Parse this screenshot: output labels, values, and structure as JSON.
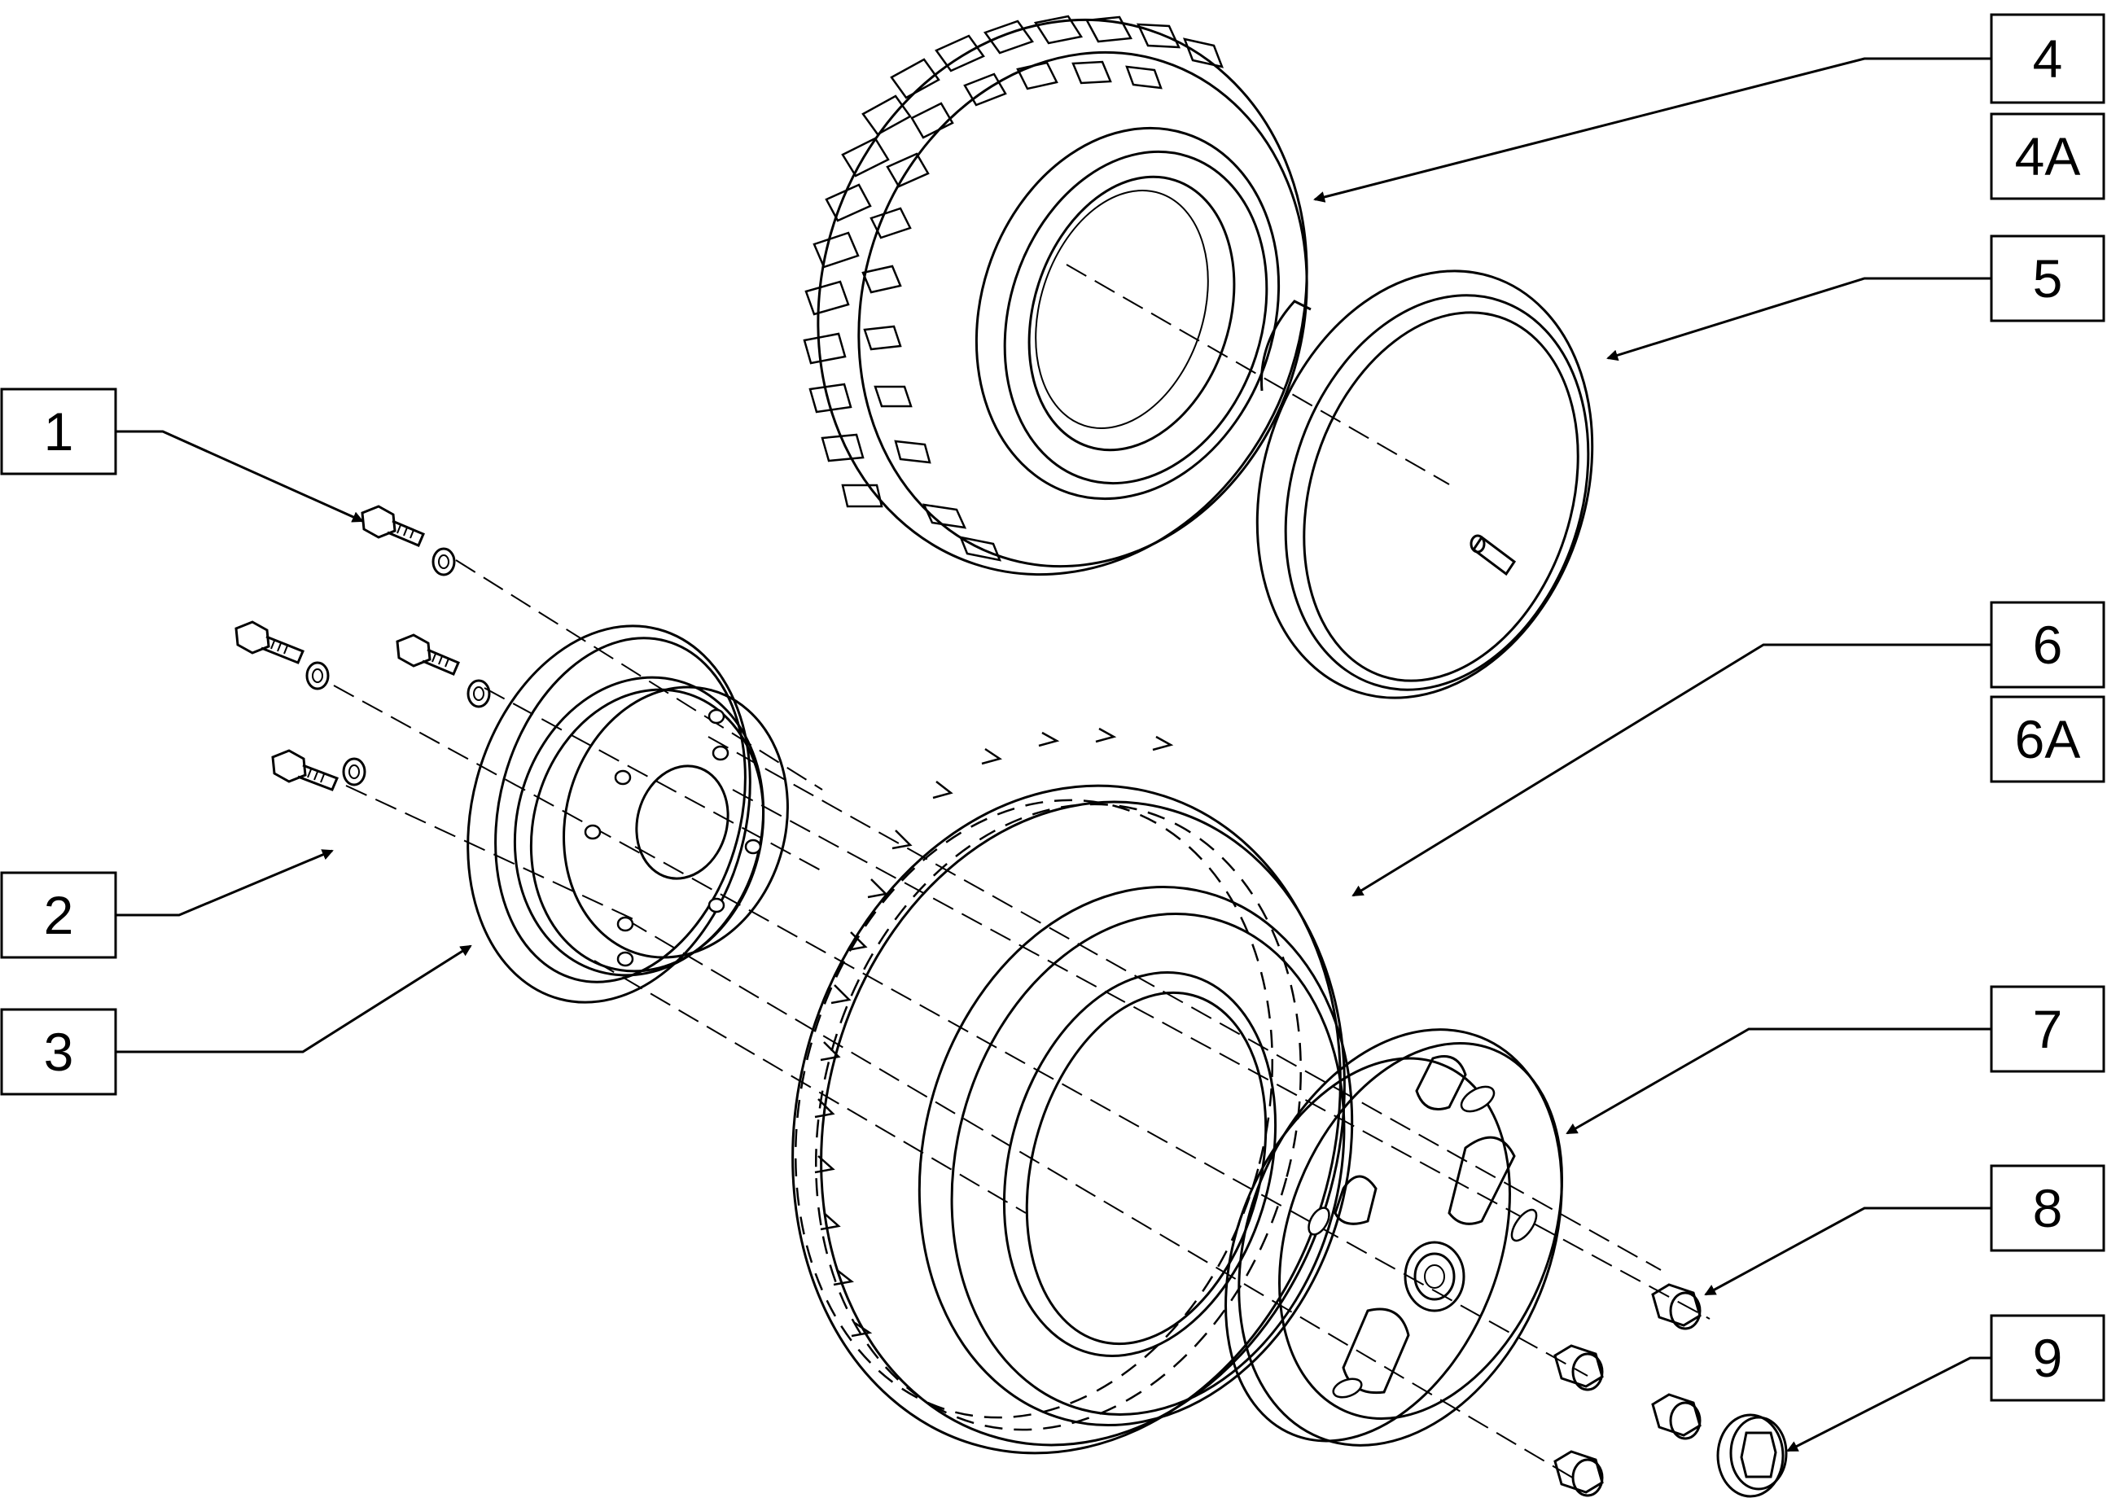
{
  "callouts": [
    {
      "id": "c1",
      "label": "1"
    },
    {
      "id": "c2",
      "label": "2"
    },
    {
      "id": "c3",
      "label": "3"
    },
    {
      "id": "c4",
      "label": "4"
    },
    {
      "id": "c4a",
      "label": "4A"
    },
    {
      "id": "c5",
      "label": "5"
    },
    {
      "id": "c6",
      "label": "6"
    },
    {
      "id": "c6a",
      "label": "6A"
    },
    {
      "id": "c7",
      "label": "7"
    },
    {
      "id": "c8",
      "label": "8"
    },
    {
      "id": "c9",
      "label": "9"
    }
  ]
}
